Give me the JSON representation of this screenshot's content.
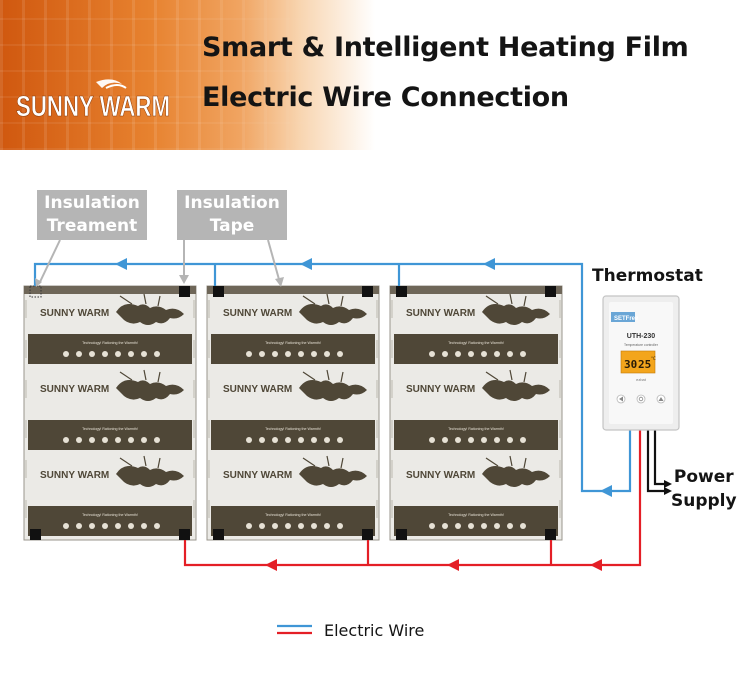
{
  "header": {
    "brand": "SUNNY WARM",
    "title_line1": "Smart & Intelligent Heating Film",
    "title_line2": "Electric Wire Connection"
  },
  "callouts": {
    "insulation_treatment": [
      "Insulation",
      "Treament"
    ],
    "insulation_tape": [
      "Insulation",
      "Tape"
    ]
  },
  "thermostat": {
    "label": "Thermostat",
    "screen_brand": "SETFree",
    "model": "UTH-230",
    "subtitle": "Temperature controller",
    "display_left": "30",
    "display_right": "25",
    "display_unit": "°C",
    "brand_small": "ezbat"
  },
  "power_supply": {
    "line1": "Power",
    "line2": "Supply"
  },
  "panel": {
    "brand": "SUNNY WARM",
    "tagline": "Technology! Rationing the Warmth!"
  },
  "legend": {
    "label": "Electric Wire",
    "colors": {
      "blue": "#3f96d6",
      "red": "#e41f26"
    }
  },
  "colors": {
    "wire_blue": "#3f96d6",
    "wire_red": "#e41f26",
    "panel_dark": "#4f4737",
    "panel_light": "#ebeae6",
    "callout_gray": "#b5b5b5"
  }
}
